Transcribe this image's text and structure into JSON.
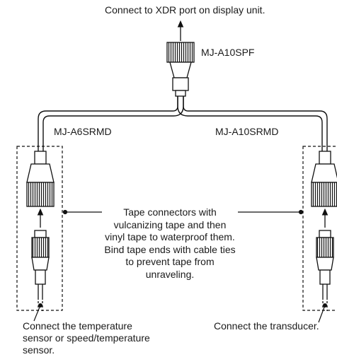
{
  "labels": {
    "top": "Connect to XDR port on display unit.",
    "top_connector": "MJ-A10SPF",
    "left_connector": "MJ-A6SRMD",
    "right_connector": "MJ-A10SRMD",
    "note": "Tape connectors with vulcanizing tape and then vinyl tape to waterproof them. Bind tape ends with cable ties to prevent tape from unraveling.",
    "bottom_left": "Connect the temperature sensor or speed/temperature sensor.",
    "bottom_right": "Connect the transducer."
  }
}
